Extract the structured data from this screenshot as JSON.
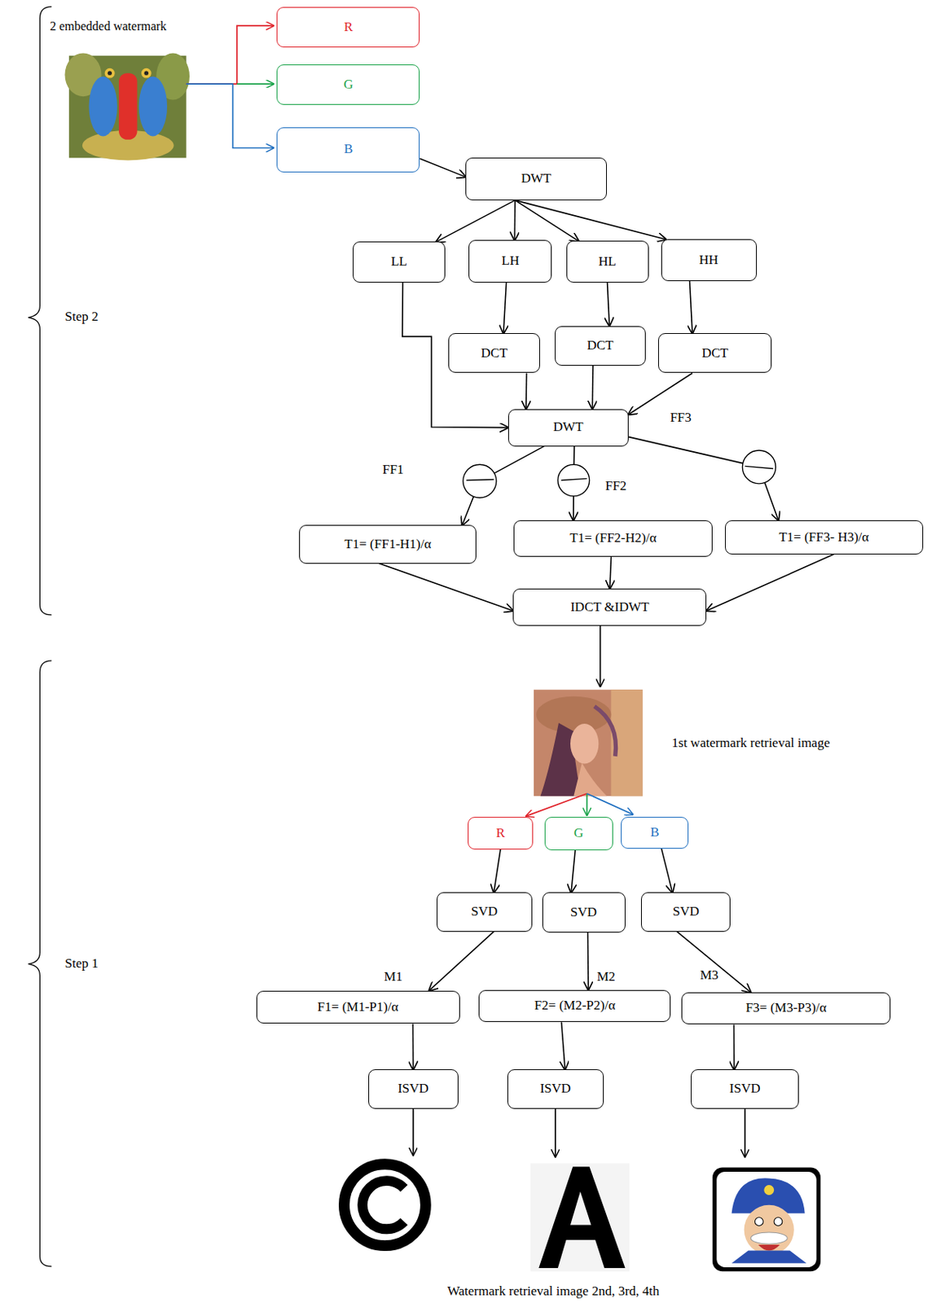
{
  "diagram": {
    "nodes": [
      {
        "text": [
          "R"
        ]
      },
      {
        "text": [
          "G"
        ]
      },
      {
        "text": [
          "B"
        ]
      },
      {
        "text": [
          "DWT"
        ]
      },
      {
        "text": [
          "LL"
        ]
      },
      {
        "text": [
          "LH"
        ]
      },
      {
        "text": [
          "HL"
        ]
      },
      {
        "text": [
          "HH"
        ]
      },
      {
        "text": [
          "DCT"
        ]
      },
      {
        "text": [
          "DCT"
        ]
      },
      {
        "text": [
          "DCT"
        ]
      },
      {
        "text": [
          "DWT"
        ]
      },
      {
        "text": [
          "T1= (FF1-H1)/α"
        ]
      },
      {
        "text": [
          "T1= (FF2-H2)/α"
        ]
      },
      {
        "text": [
          "T1= (FF3- H3)/α"
        ]
      },
      {
        "text": [
          "IDCT &IDWT"
        ]
      },
      {
        "text": [
          "R"
        ]
      },
      {
        "text": [
          "G"
        ]
      },
      {
        "text": [
          "B"
        ]
      },
      {
        "text": [
          "SVD"
        ]
      },
      {
        "text": [
          "SVD"
        ]
      },
      {
        "text": [
          "SVD"
        ]
      },
      {
        "text": [
          "F1= (M1-P1)/α"
        ]
      },
      {
        "text": [
          "F2= (M2-P2)/α"
        ]
      },
      {
        "text": [
          "F3= (M3-P3)/α"
        ]
      },
      {
        "text": [
          "ISVD"
        ]
      },
      {
        "text": [
          "ISVD"
        ]
      },
      {
        "text": [
          "ISVD"
        ]
      }
    ],
    "edges": [
      {
        "from": 2,
        "to": 3,
        "arrow": "to"
      },
      {
        "from": 3,
        "to": 4,
        "arrow": "to"
      },
      {
        "from": 3,
        "to": 5,
        "arrow": "to"
      },
      {
        "from": 3,
        "to": 6,
        "arrow": "to"
      },
      {
        "from": 3,
        "to": 7,
        "arrow": "to"
      },
      {
        "from": 5,
        "to": 8,
        "arrow": "to"
      },
      {
        "from": 6,
        "to": 9,
        "arrow": "to"
      },
      {
        "from": 7,
        "to": 10,
        "arrow": "to"
      },
      {
        "from": 4,
        "to": 11,
        "arrow": "to"
      },
      {
        "from": 8,
        "to": 11,
        "arrow": "to"
      },
      {
        "from": 9,
        "to": 11,
        "arrow": "to"
      },
      {
        "from": 10,
        "to": 11,
        "arrow": "to"
      },
      {
        "from": 11,
        "to": 12,
        "arrow": "to"
      },
      {
        "from": 11,
        "to": 13,
        "arrow": "to"
      },
      {
        "from": 11,
        "to": 14,
        "arrow": "to"
      },
      {
        "from": 12,
        "to": 15,
        "arrow": "to"
      },
      {
        "from": 13,
        "to": 15,
        "arrow": "to"
      },
      {
        "from": 14,
        "to": 15,
        "arrow": "to"
      },
      {
        "from": 16,
        "to": 19,
        "arrow": "to"
      },
      {
        "from": 17,
        "to": 20,
        "arrow": "to"
      },
      {
        "from": 18,
        "to": 21,
        "arrow": "to"
      },
      {
        "from": 19,
        "to": 22,
        "arrow": "to"
      },
      {
        "from": 20,
        "to": 23,
        "arrow": "to"
      },
      {
        "from": 21,
        "to": 24,
        "arrow": "to"
      },
      {
        "from": 22,
        "to": 25,
        "arrow": "to"
      },
      {
        "from": 23,
        "to": 26,
        "arrow": "to"
      },
      {
        "from": 24,
        "to": 27,
        "arrow": "to"
      }
    ],
    "labels": [
      "2 embedded watermark",
      "Step 2",
      "FF3",
      "FF1",
      "FF2",
      "1st watermark retrieval image",
      "Step 1",
      "M1",
      "M2",
      "M3",
      "Watermark retrieval image 2nd, 3rd, 4th"
    ]
  }
}
